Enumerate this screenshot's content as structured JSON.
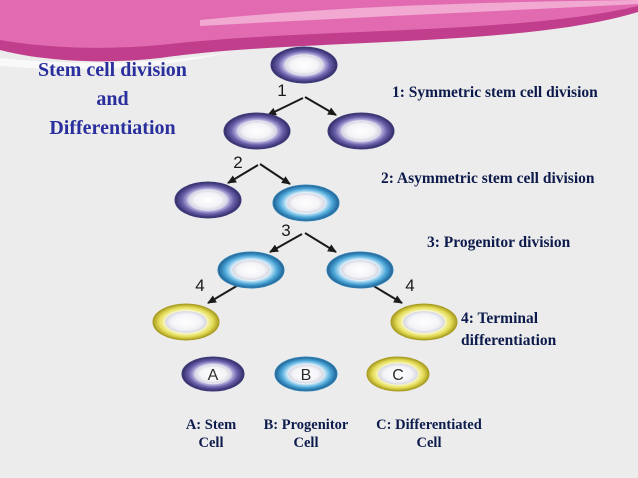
{
  "title": {
    "line1": "Stem cell division",
    "line2": "and",
    "line3": "Differentiation"
  },
  "steps": {
    "s1": "1: Symmetric stem cell division",
    "s2": "2: Asymmetric stem cell division",
    "s3": "3: Progenitor division",
    "s4a": "4: Terminal",
    "s4b": "differentiation"
  },
  "markers": {
    "m1": "1",
    "m2": "2",
    "m3": "3",
    "m4": "4"
  },
  "legend": {
    "a_letter": "A",
    "b_letter": "B",
    "c_letter": "C",
    "a_line1": "A: Stem",
    "a_line2": "Cell",
    "b_line1": "B: Progenitor",
    "b_line2": "Cell",
    "c_line1": "C: Differentiated",
    "c_line2": "Cell"
  },
  "colors": {
    "stem_ring": "#3e3a78",
    "progenitor_ring": "#2e7fb3",
    "differentiated_ring": "#d9d24a",
    "title_text": "#2a2f9e",
    "label_text": "#0d1b4c",
    "banner_pink": "#d9479b"
  }
}
